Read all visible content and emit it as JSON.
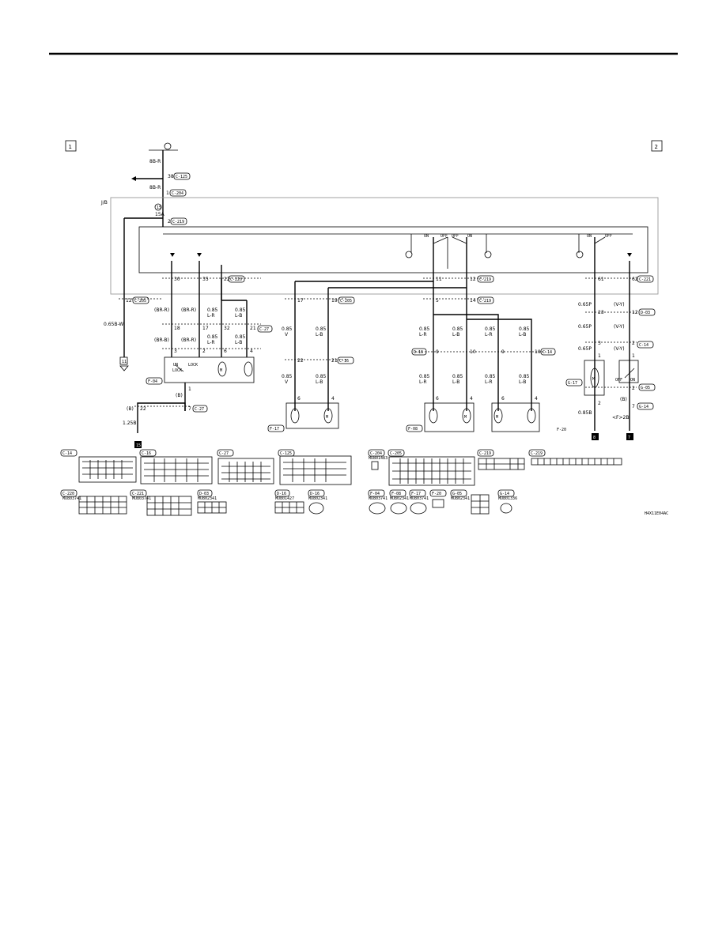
{
  "diagram": {
    "page_markers": {
      "left": "1",
      "right": "2"
    },
    "jb_label": "J/B",
    "fuse": {
      "number": "15",
      "rating": "15A"
    },
    "top_wires": [
      "8B-R",
      "8B-R"
    ],
    "ground_markers": [
      "11",
      "15",
      "8",
      "7"
    ],
    "ref_code": "H4X11E04AC",
    "wire_colors": [
      "(BR-R)",
      "(BR-R)",
      "(BR-B)",
      "(BR-R)",
      "0.65B-W",
      "1.25B",
      "0.85B",
      "(B)",
      "(V-Y)",
      "0.65P",
      "<F>2B"
    ],
    "connector_labels": [
      "C-125",
      "C-204",
      "C-219",
      "C-205",
      "C-220",
      "C-221",
      "C-27",
      "C-14",
      "C-16",
      "D-03",
      "D-16",
      "F-04",
      "F-08",
      "F-17",
      "F-20",
      "G-05",
      "G-14",
      "G-17"
    ],
    "pin_numbers": [
      "38",
      "1",
      "2",
      "30",
      "35",
      "22",
      "11",
      "12",
      "61",
      "62",
      "17",
      "19",
      "5",
      "14",
      "18",
      "17",
      "32",
      "21",
      "3",
      "2",
      "6",
      "4",
      "22",
      "21",
      "9",
      "10",
      "23",
      "12",
      "3",
      "2",
      "1",
      "7",
      "22",
      "6",
      "4",
      "6",
      "4",
      "2",
      "7"
    ],
    "switch_states": [
      "ON",
      "OFF",
      "OFF",
      "ON",
      "ON",
      "OFF",
      "UN",
      "LOCK",
      "LOCK",
      "OFF",
      "ON"
    ],
    "component_ids": [
      "F-04",
      "F-17",
      "F-08",
      "F-20",
      "G-17",
      "G-05",
      "G-14"
    ],
    "part_codes": [
      "MU801483",
      "MU802341",
      "MU803741",
      "MU801427",
      "MU802341",
      "MU803741",
      "MU802341",
      "MU801336",
      "MU803741"
    ]
  }
}
